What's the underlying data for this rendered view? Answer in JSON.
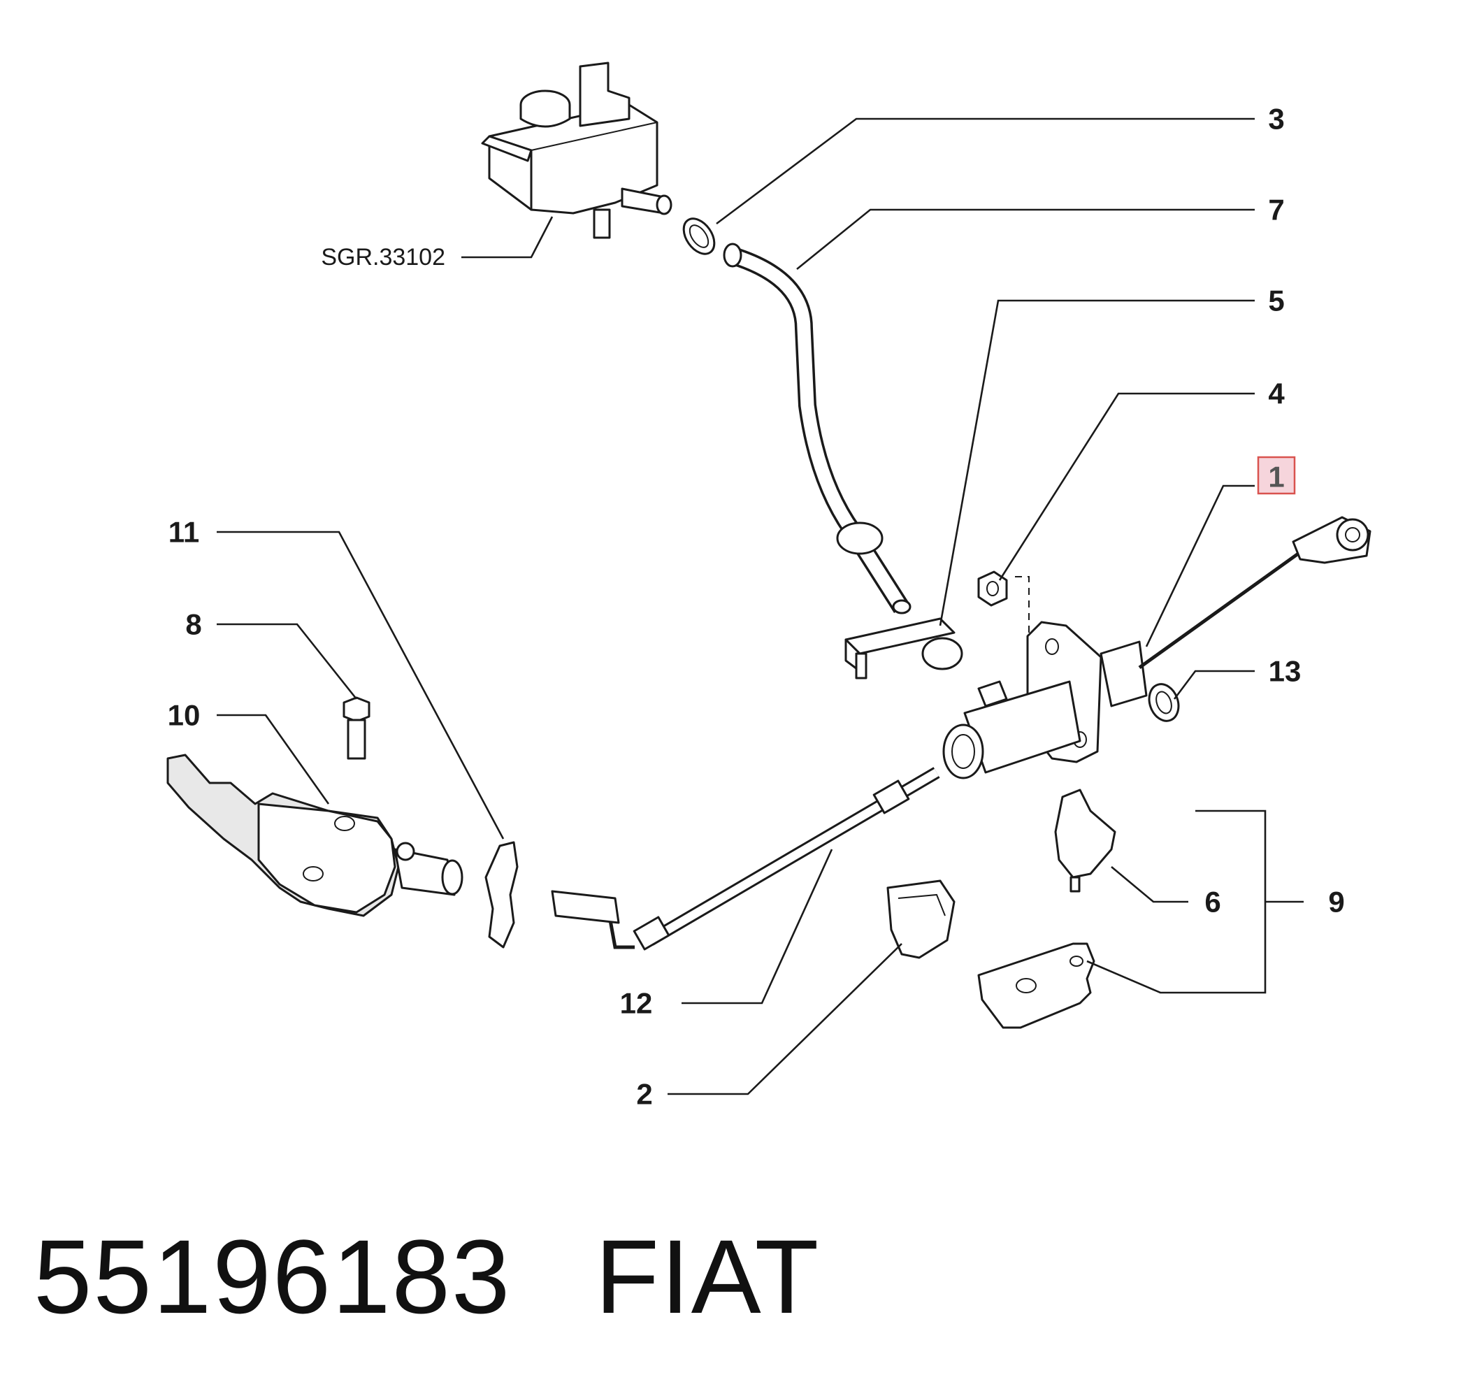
{
  "diagram": {
    "reference_label": "SGR.33102",
    "callouts": [
      "3",
      "7",
      "5",
      "4",
      "1",
      "11",
      "8",
      "10",
      "13",
      "6",
      "9",
      "12",
      "2"
    ],
    "highlighted_callout": "1"
  },
  "footer": {
    "part_number": "55196183",
    "brand": "FIAT"
  },
  "colors": {
    "highlight_fill": "#f6d5dc",
    "highlight_stroke": "#d9534f",
    "line": "#1a1a1a"
  }
}
